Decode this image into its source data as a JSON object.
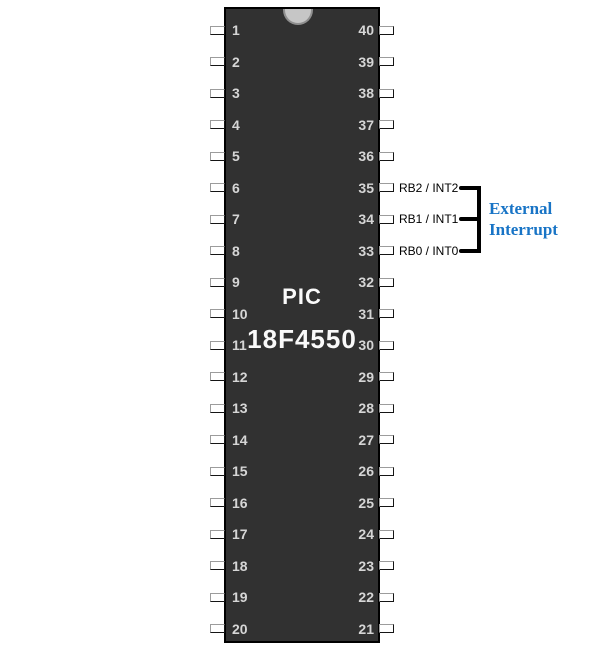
{
  "chip": {
    "name_line1": "PIC",
    "name_line2": "18F4550",
    "left_pins": [
      "1",
      "2",
      "3",
      "4",
      "5",
      "6",
      "7",
      "8",
      "9",
      "10",
      "11",
      "12",
      "13",
      "14",
      "15",
      "16",
      "17",
      "18",
      "19",
      "20"
    ],
    "right_pins": [
      "40",
      "39",
      "38",
      "37",
      "36",
      "35",
      "34",
      "33",
      "32",
      "31",
      "30",
      "29",
      "28",
      "27",
      "26",
      "25",
      "24",
      "23",
      "22",
      "21"
    ]
  },
  "pin_labels": [
    {
      "pin": "35",
      "label": "RB2 / INT2"
    },
    {
      "pin": "34",
      "label": "RB1 / INT1"
    },
    {
      "pin": "33",
      "label": "RB0 / INT0"
    }
  ],
  "annotation": {
    "line1": "External",
    "line2": "Interrupt"
  },
  "colors": {
    "chip_body": "#313131",
    "chip_border": "#000000",
    "notch": "#c6c6c6",
    "chip_label": "#fafafa",
    "pin_number": "#d6d6d6",
    "pin_label": "#000000",
    "bracket": "#000000",
    "annotation_text": "#1874c6"
  }
}
